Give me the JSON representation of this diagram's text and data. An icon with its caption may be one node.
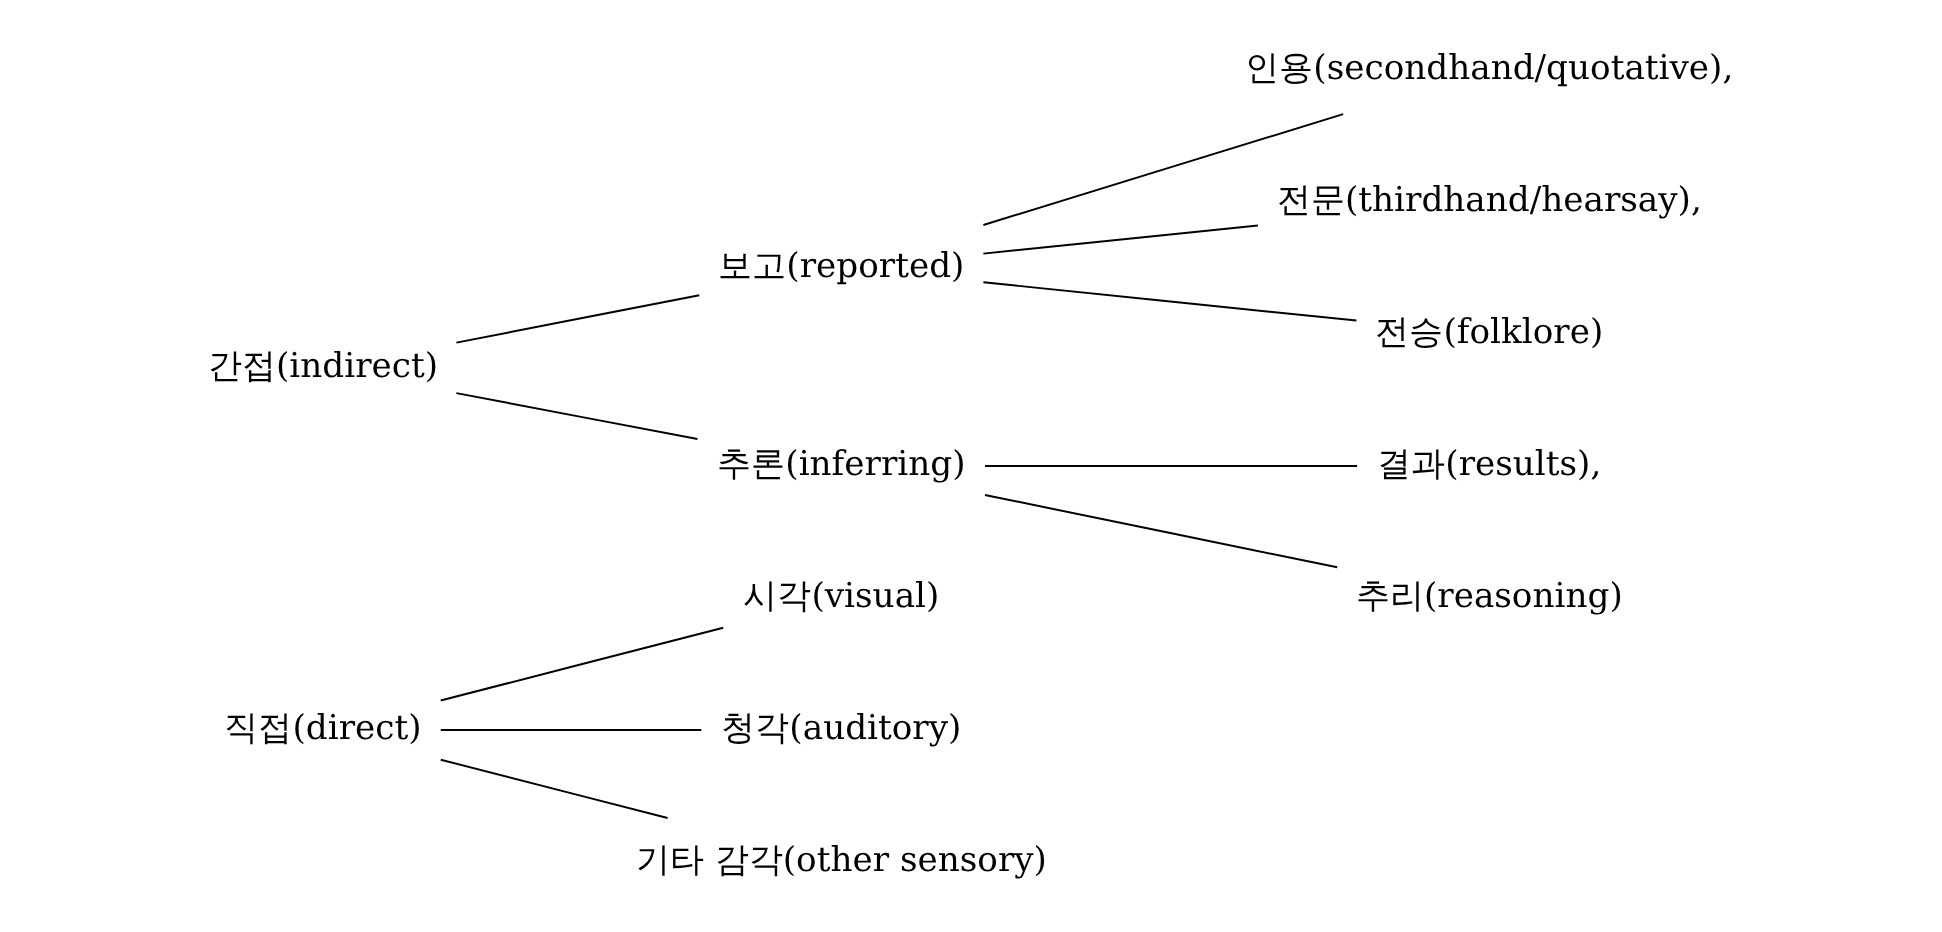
{
  "diagram": {
    "nodes": [
      {
        "text": [
          "직접(direct)"
        ]
      },
      {
        "text": [
          "시각(visual)"
        ]
      },
      {
        "text": [
          "청각(auditory)"
        ]
      },
      {
        "text": [
          "기타 감각(other sensory)"
        ]
      },
      {
        "text": [
          "간접(indirect)"
        ]
      },
      {
        "text": [
          "보고(reported)"
        ]
      },
      {
        "text": [
          "인용(secondhand/quotative),"
        ]
      },
      {
        "text": [
          "전문(thirdhand/hearsay),"
        ]
      },
      {
        "text": [
          "전승(folklore)"
        ]
      },
      {
        "text": [
          "추론(inferring)"
        ]
      },
      {
        "text": [
          "결과(results),"
        ]
      },
      {
        "text": [
          "추리(reasoning)"
        ]
      }
    ],
    "edges": [
      {
        "from": 0,
        "to": 1,
        "arrow": "none"
      },
      {
        "from": 0,
        "to": 2,
        "arrow": "none"
      },
      {
        "from": 0,
        "to": 3,
        "arrow": "none"
      },
      {
        "from": 4,
        "to": 5,
        "arrow": "none"
      },
      {
        "from": 4,
        "to": 9,
        "arrow": "none"
      },
      {
        "from": 5,
        "to": 6,
        "arrow": "none"
      },
      {
        "from": 5,
        "to": 7,
        "arrow": "none"
      },
      {
        "from": 5,
        "to": 8,
        "arrow": "none"
      },
      {
        "from": 9,
        "to": 10,
        "arrow": "none"
      },
      {
        "from": 9,
        "to": 11,
        "arrow": "none"
      }
    ]
  }
}
